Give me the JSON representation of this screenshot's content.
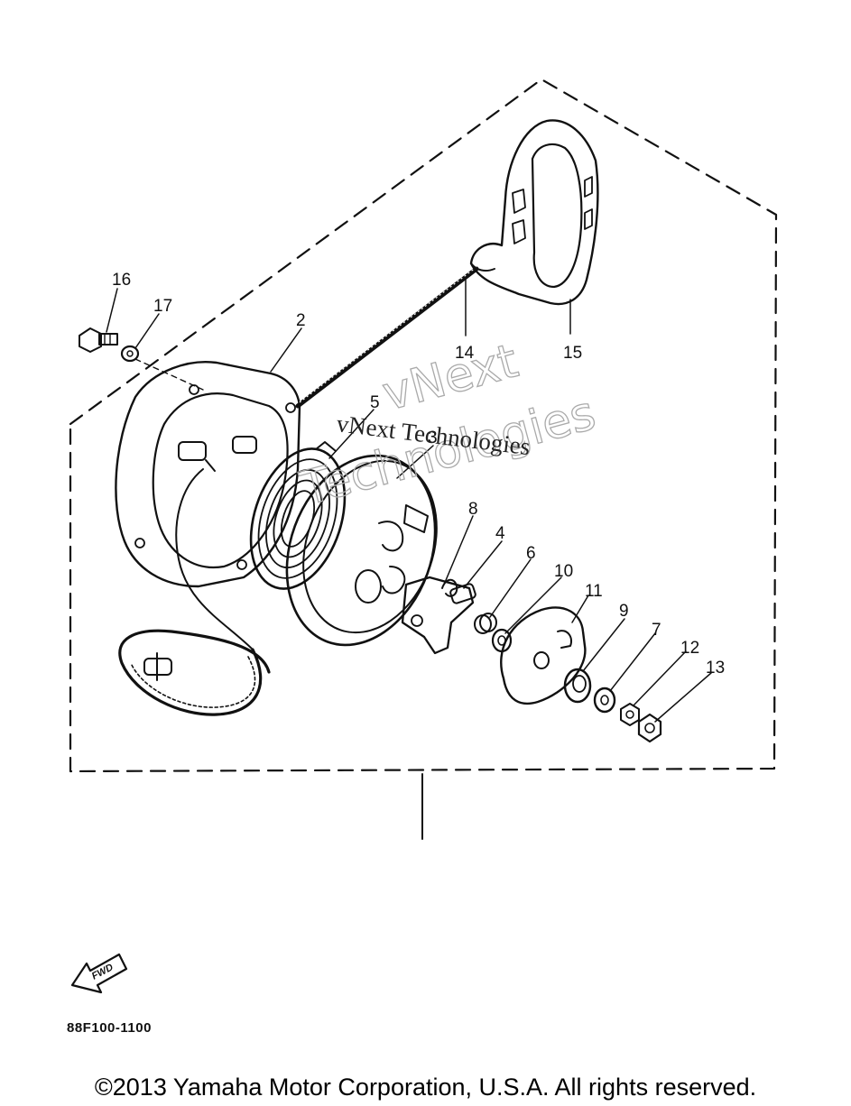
{
  "callouts": {
    "p2": "2",
    "p3": "3",
    "p4": "4",
    "p5": "5",
    "p6": "6",
    "p7": "7",
    "p8": "8",
    "p9": "9",
    "p10": "10",
    "p11": "11",
    "p12": "12",
    "p13": "13",
    "p14": "14",
    "p15": "15",
    "p16": "16",
    "p17": "17"
  },
  "watermark": {
    "line1": "vNext Technologies",
    "line2a": "vNext",
    "line2b": "Technologies"
  },
  "fwd_label": "FWD",
  "diagram_code": "88F100-1100",
  "copyright": "©2013 Yamaha Motor Corporation, U.S.A. All rights reserved."
}
